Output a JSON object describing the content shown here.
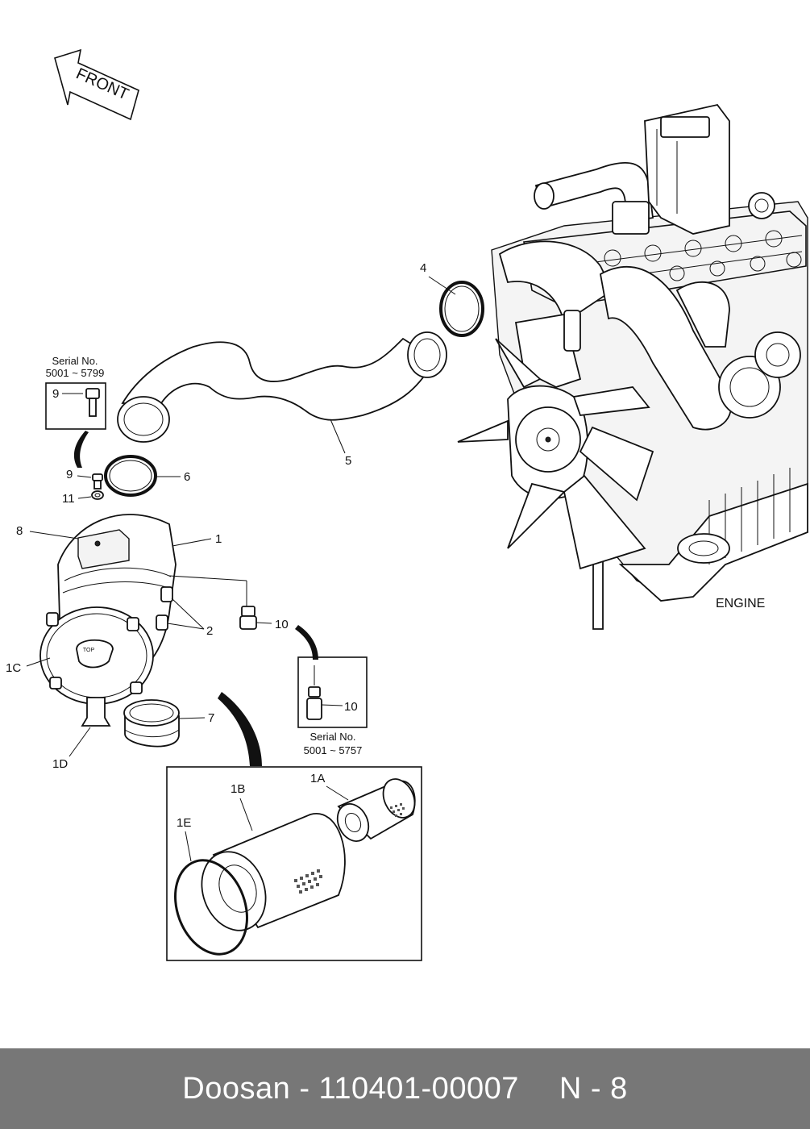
{
  "diagram": {
    "front_label": "FRONT",
    "engine_label": "ENGINE",
    "serial_top": {
      "title": "Serial No.",
      "range": "5001 ~ 5799",
      "part": "9"
    },
    "serial_bottom": {
      "title": "Serial No.",
      "range": "5001 ~ 5757",
      "part": "10"
    },
    "callouts": {
      "c1": "1",
      "c1A": "1A",
      "c1B": "1B",
      "c1C": "1C",
      "c1D": "1D",
      "c1E": "1E",
      "c2": "2",
      "c4": "4",
      "c5": "5",
      "c6": "6",
      "c7": "7",
      "c8": "8",
      "c9": "9",
      "c10": "10",
      "c11": "11"
    },
    "cap_label": "TOP"
  },
  "footer": {
    "brand": "Doosan",
    "dash": "-",
    "part_number": "110401-00007",
    "page": "N - 8"
  }
}
